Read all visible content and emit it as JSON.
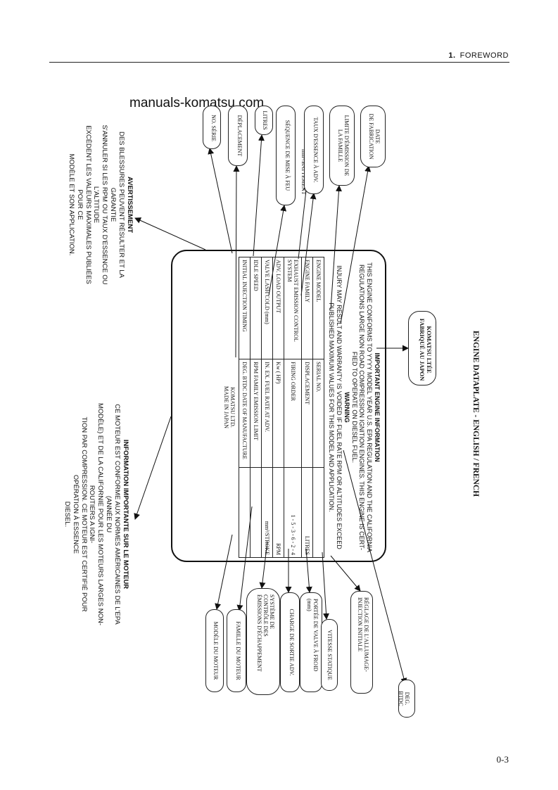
{
  "header": {
    "section_number": "1.",
    "section_title": "FOREWORD"
  },
  "watermark": "manuals-komatsu.com",
  "page_number": "0-3",
  "caption": "ENGINE DATAPLATE - ENGLISH / FRENCH",
  "warning_fr": {
    "title": "AVERTISSEMENT",
    "lines": [
      "DES BLESSURES PEUVENT RÉSULTER ET LA GARANTIE",
      "S'ANNULER SI LES RPM OU TAUX D'ESSENCE OU L'ALTITUDE",
      "EXCÈDENT LES VALEURS MAXIMALES PUBLIÉES POUR CE",
      "MODÈLE ET SON APPLICATION."
    ]
  },
  "info_fr": {
    "title": "INFORMATION IMPORTANTE SUR LE MOTEUR",
    "lines": [
      "CE MOTEUR EST CONFORME AUX NORMES AMÉRICAINES DE L'EPA (ANNÉE DU",
      "MODÈLE) ET DE LA CALIFORNIE POUR LES MOTEURS LARGES NON-ROUTIERS A IGNI-",
      "TION PAR COMPRESSION.  CE MOTEUR EST CERTIFIÉ POUR OPÉRATION À ESSENCE",
      "DIESEL."
    ]
  },
  "plate": {
    "title": "IMPORTANT ENGINE INFORMATION",
    "intro_lines": [
      "THIS ENGINE CONFORMS TO YYYY MODEL YEAR U.S. EPA REGULATION AND THE CALIFORNIA",
      "REGULATIONS LARGE NON ROAD COMPRESSION IGNITION ENGINES. THIS ENGINE IS CERT-",
      "FIED TO OPERATE ON DIESEL FUEL."
    ],
    "warning_title": "WARNING",
    "warning_lines": [
      "INJURY MAY RESULT AND WARRANTY IS VOIDED IF FUEL RATE RPM OR ALTITUDES EXCEED",
      "PUBLISHED MAXIMUM VALUES FOR THIS MODEL AND APPLICATION."
    ],
    "rows": [
      {
        "label": "ENGINE MODEL",
        "mid": "SERIAL NO.",
        "right": ""
      },
      {
        "label": "ENGINE FAMILY",
        "mid": "DISPLACEMENT",
        "right": "LITRES"
      },
      {
        "label": "EXHAUST EMISSION CONTROL SYSTEM",
        "mid": "FIRING ORDER",
        "right": "1 - 5 - 3 - 6 - 2 - 4"
      },
      {
        "label": "ADV. LOAD OUTPUT",
        "mid": "Kw (        HP)",
        "right": "RPM"
      },
      {
        "label": "VALVE LASH COLD (mm)",
        "mid": "IN.        EX.   FUEL RATE AT ADV.",
        "right": "mm³/STROKE"
      },
      {
        "label": "IDLE SPEED",
        "mid": "RPM  FAMILY EMISSION LIMIT",
        "right": ""
      },
      {
        "label": "INITIAL INJECTION TIMING",
        "mid": "DEG. BTDC  DATE OF MANUFACTURE",
        "right": ""
      }
    ],
    "maker_lines": [
      "KOMATSU LTD.",
      "MADE IN JAPAN"
    ]
  },
  "maker_fr": [
    "KOMATSU LTÉE",
    "FABRIQUÉ AU JAPON"
  ],
  "top_labels": [
    [
      "NO. SÉRIE"
    ],
    [
      "DÉPLACEMENT"
    ],
    [
      "LITRES"
    ],
    [
      "SÉQUENCE DE MISE À FEU"
    ],
    [
      "mm³/BATTEMENT"
    ],
    [
      "TAUX D'ESSENCE À ADV."
    ],
    [
      "LIMITE D'ÉMISSION DE",
      "LA FAMILLE"
    ],
    [
      "DATE",
      "DE FABRICATION"
    ]
  ],
  "bottom_labels": [
    [
      "MODÈLE DU MOTEUR"
    ],
    [
      "FAMILLE DU MOTEUR"
    ],
    [
      "SYSTÈME DE",
      "CONTRÔLE DES",
      "ÉMISSIONS D'ÉCHAPPEMENT"
    ],
    [
      "CHARGE DE SORTIE ADV."
    ],
    [
      "PORTÉE DE VALVE À FROID",
      "(mm)"
    ],
    [
      "VITESSE STATIQUE"
    ],
    [
      "RÉGLAGE DE L'ALLUMAGE-",
      "INJECTION INITIALE"
    ],
    [
      "DEG. BTDC"
    ]
  ]
}
